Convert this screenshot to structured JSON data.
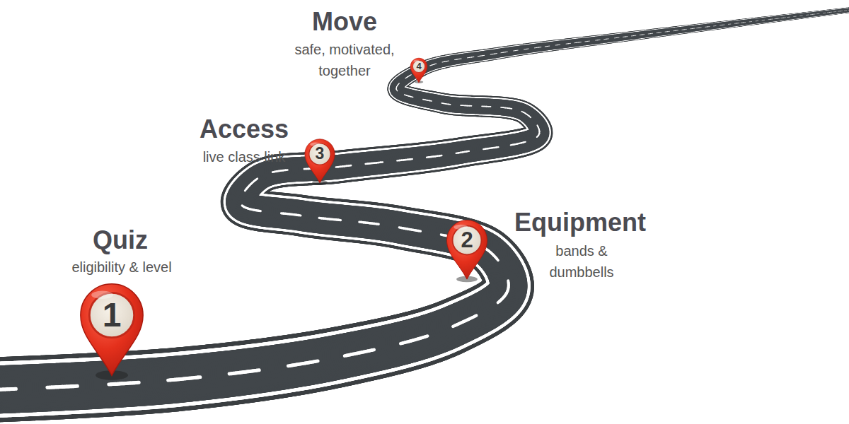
{
  "diagram": {
    "nodes": [
      {
        "text": [
          "Quiz",
          "eligibility & level",
          "1"
        ]
      },
      {
        "text": [
          "Equipment",
          "bands & dumbbells",
          "2"
        ]
      },
      {
        "text": [
          "Access",
          "live class link",
          "3"
        ]
      },
      {
        "text": [
          "Move",
          "safe, motivated, together",
          "4"
        ]
      }
    ]
  }
}
